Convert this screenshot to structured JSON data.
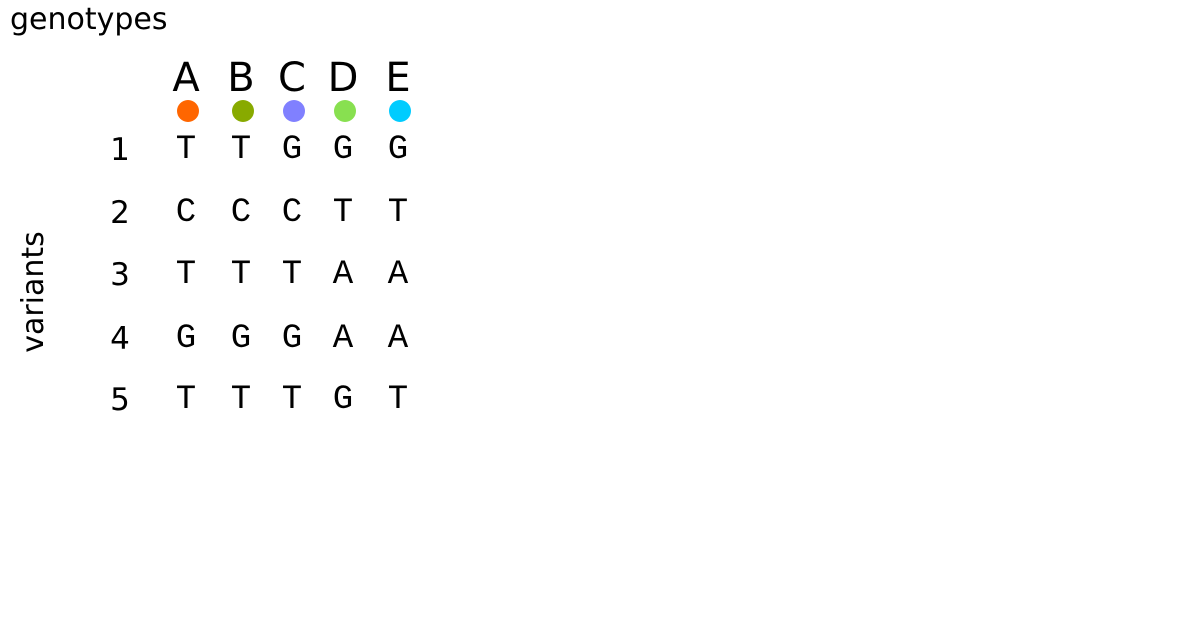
{
  "title": "genotypes",
  "ylabel": "variants",
  "genotypes": [
    {
      "label": "A",
      "color": "#ff6600"
    },
    {
      "label": "B",
      "color": "#88aa00"
    },
    {
      "label": "C",
      "color": "#8080ff"
    },
    {
      "label": "D",
      "color": "#88e050"
    },
    {
      "label": "E",
      "color": "#00ccff"
    }
  ],
  "variants": [
    {
      "label": "1",
      "bases": [
        "T",
        "T",
        "G",
        "G",
        "G"
      ]
    },
    {
      "label": "2",
      "bases": [
        "C",
        "C",
        "C",
        "T",
        "T"
      ]
    },
    {
      "label": "3",
      "bases": [
        "T",
        "T",
        "T",
        "A",
        "A"
      ]
    },
    {
      "label": "4",
      "bases": [
        "G",
        "G",
        "G",
        "A",
        "A"
      ]
    },
    {
      "label": "5",
      "bases": [
        "T",
        "T",
        "T",
        "G",
        "T"
      ]
    }
  ]
}
